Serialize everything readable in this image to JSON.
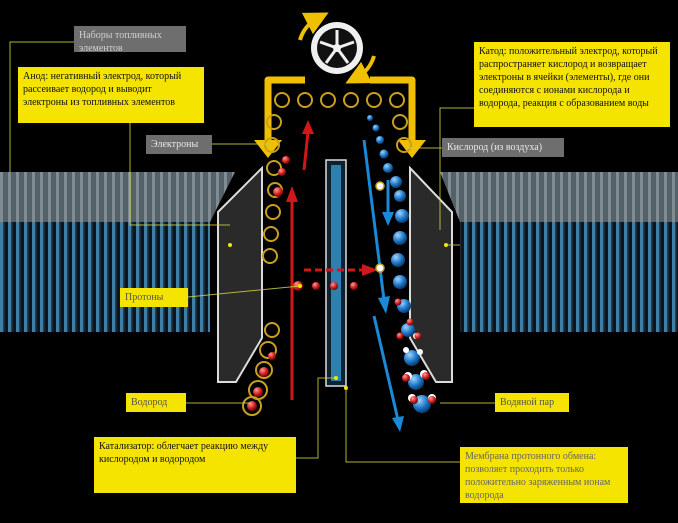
{
  "labels": {
    "fuel_stacks": "Наборы топливных элементов",
    "anode": "Анод: негативный электрод, который рассеивает водород и выводит электроны из топливных элементов",
    "cathode": "Катод: положительный электрод, который распространяет кислород и возвращает электроны в ячейки (элементы), где они соединяются с ионами кислорода и водорода, реакция с образованием воды",
    "electrons": "Электроны",
    "oxygen": "Кислород (из воздуха)",
    "protons": "Протоны",
    "hydrogen": "Водород",
    "water_vapor": "Водяной пар",
    "catalyst": "Катализатор: облегчает реакцию между кислородом и водородом",
    "membrane": "Мембрана протонного обмена: позволяет проходить только положительно заряженным ионам водорода"
  },
  "colors": {
    "label_yellow": "#f5e400",
    "label_grey": "#6e6e6e",
    "electron_ring": "#c8a020",
    "proton_red": "#d42020",
    "oxygen_blue": "#1e78c8",
    "hydrogen_white": "#ffffff",
    "membrane_blue": "#3aa0d8",
    "arrow_red": "#d01818",
    "arrow_blue": "#1a8ad8",
    "arrow_yellow": "#f0c000"
  },
  "icons": [
    "wheel-icon"
  ]
}
